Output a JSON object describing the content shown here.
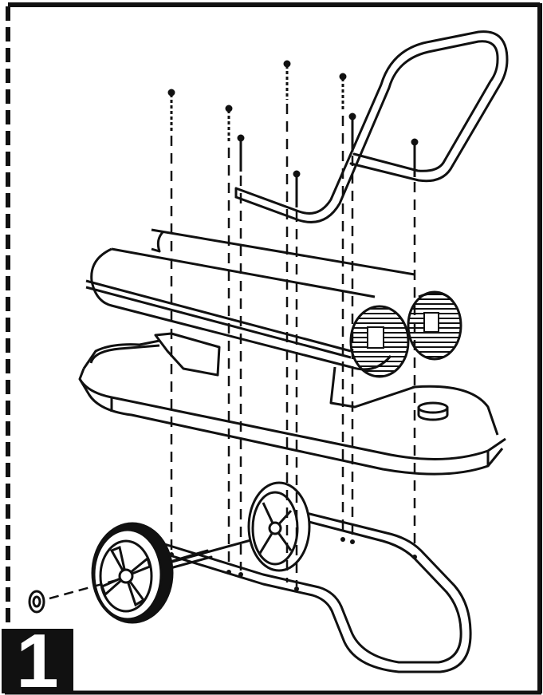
{
  "step": {
    "number": "1"
  },
  "colors": {
    "ink": "#111111",
    "paper": "#ffffff"
  },
  "parts": [
    "handle-frame",
    "fuel-tank",
    "heater-body",
    "wheel-frame",
    "wheel",
    "washer",
    "bolt"
  ]
}
